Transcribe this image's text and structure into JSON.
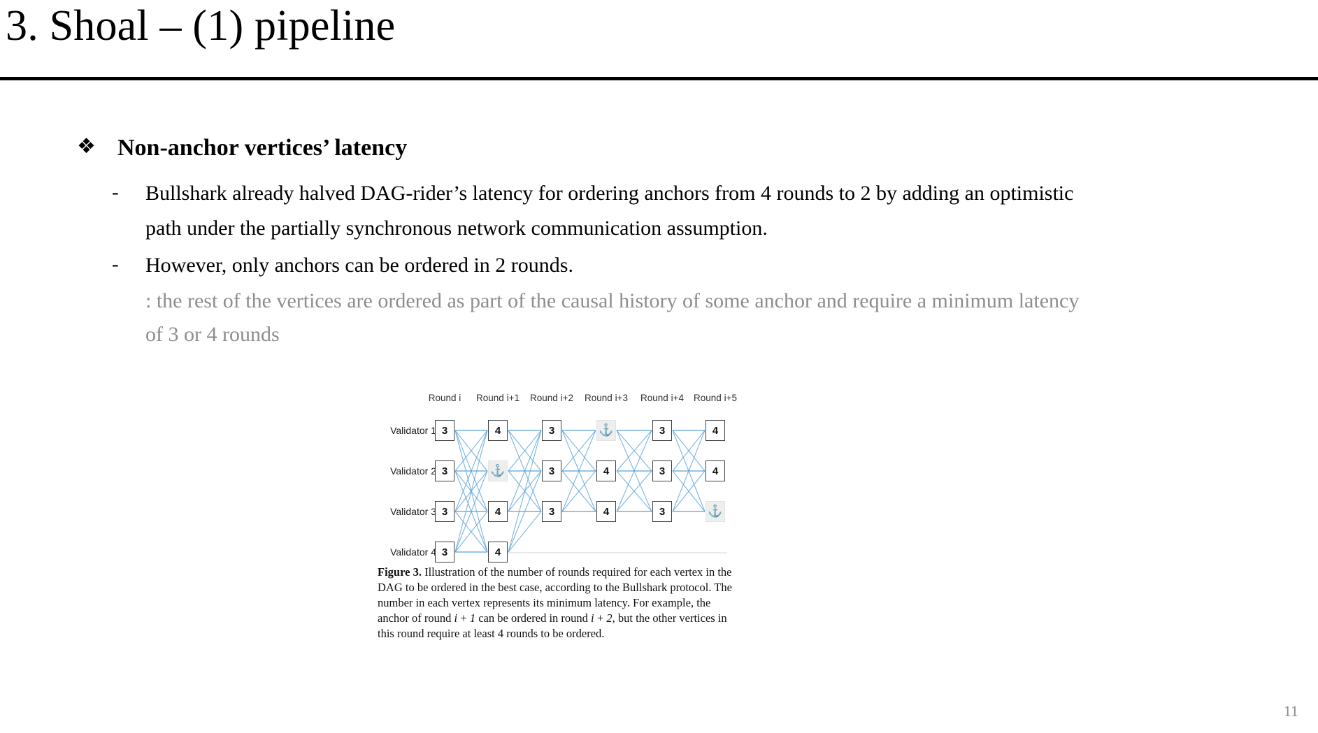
{
  "slide": {
    "title": "3. Shoal – (1) pipeline",
    "page_number": "11"
  },
  "heading": {
    "bullet_icon": "diamond-bullet-icon",
    "bullet_glyph": "❖",
    "text": "Non-anchor vertices’ latency"
  },
  "bullets": [
    {
      "marker": "-",
      "text": "Bullshark already halved DAG-rider’s latency for ordering anchors from 4 rounds to 2 by adding an optimistic path under the partially synchronous network communication assumption."
    },
    {
      "marker": "-",
      "text": "However, only anchors can be ordered in 2 rounds."
    }
  ],
  "sub_note": ": the rest of the vertices are ordered as part of the causal history of some anchor and require a minimum latency of 3 or 4 rounds",
  "figure": {
    "round_labels": [
      "Round i",
      "Round i+1",
      "Round i+2",
      "Round i+3",
      "Round i+4",
      "Round i+5"
    ],
    "validator_labels": [
      "Validator 1",
      "Validator 2",
      "Validator 3",
      "Validator 4"
    ],
    "anchor_glyph": "⚓",
    "anchor_icon": "anchor-icon",
    "edge_color": "#5ba3d9",
    "vertex_border_color": "#3f3f3f",
    "anchor_bg_color": "#eeeeee",
    "caption_label": "Figure 3.",
    "caption_text": " Illustration of the number of rounds required for each vertex in the DAG to be ordered in the best case, according to the Bullshark protocol. The number in each vertex represents its minimum latency. For example, the anchor of round ",
    "caption_i1": "i + 1",
    "caption_text2": " can be ordered in round ",
    "caption_i2": "i + 2",
    "caption_text3": ", but the other vertices in this round require at least 4 rounds to be ordered."
  },
  "chart_data": {
    "type": "diagram",
    "title": "Bullshark DAG minimum latency per vertex",
    "rounds": [
      "Round i",
      "Round i+1",
      "Round i+2",
      "Round i+3",
      "Round i+4",
      "Round i+5"
    ],
    "validators": [
      "Validator 1",
      "Validator 2",
      "Validator 3",
      "Validator 4"
    ],
    "grid": [
      [
        "3",
        "4",
        "3",
        "anchor",
        "3",
        "4"
      ],
      [
        "3",
        "anchor",
        "3",
        "4",
        "3",
        "4"
      ],
      [
        "3",
        "4",
        "3",
        "4",
        "3",
        "anchor"
      ],
      [
        "3",
        "4",
        null,
        null,
        null,
        null
      ]
    ],
    "anchors": [
      {
        "validator": "Validator 2",
        "round": "Round i+1"
      },
      {
        "validator": "Validator 1",
        "round": "Round i+3"
      },
      {
        "validator": "Validator 3",
        "round": "Round i+5"
      }
    ]
  }
}
